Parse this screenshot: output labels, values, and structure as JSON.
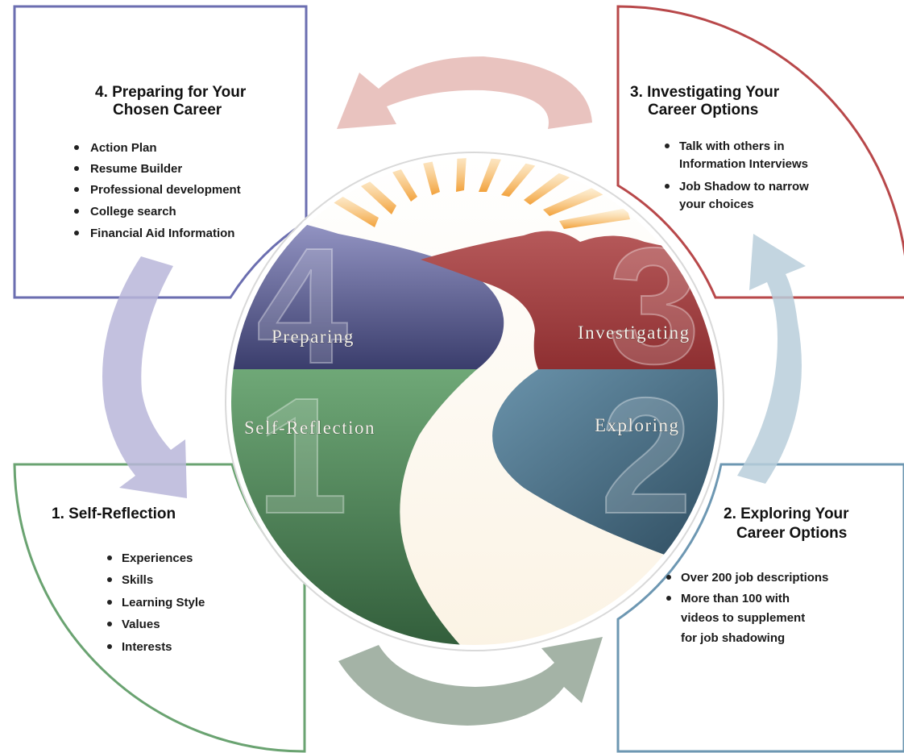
{
  "colors": {
    "preparing": "#6b6eb0",
    "investigating": "#b8484a",
    "exploring": "#6d97b2",
    "self_reflection": "#6aa371",
    "arrow_red": "#e3b5b0",
    "arrow_blue": "#b9cfdb",
    "arrow_green": "#8fa293",
    "arrow_purple": "#b7b4d8"
  },
  "panels": [
    {
      "id": "preparing",
      "title_lines": [
        "4. Preparing for Your",
        "Chosen Career"
      ],
      "items": [
        "Action Plan",
        "Resume Builder",
        "Professional development",
        "College search",
        "Financial Aid Information"
      ]
    },
    {
      "id": "investigating",
      "title_lines": [
        "3. Investigating Your",
        "Career Options"
      ],
      "items": [
        "Talk with others in",
        "Information Interviews",
        "Job Shadow to narrow",
        "your choices"
      ]
    },
    {
      "id": "self_reflection",
      "title_lines": [
        "1. Self-Reflection"
      ],
      "items": [
        "Experiences",
        "Skills",
        "Learning Style",
        "Values",
        "Interests"
      ]
    },
    {
      "id": "exploring",
      "title_lines": [
        "2. Exploring Your",
        "Career Options"
      ],
      "items": [
        "Over 200 job descriptions",
        "More than 100 with",
        "videos to supplement",
        "for job shadowing"
      ]
    }
  ],
  "quadrants": {
    "preparing": {
      "label": "Preparing",
      "number": "4"
    },
    "investigating": {
      "label": "Investigating",
      "number": "3"
    },
    "exploring": {
      "label": "Exploring",
      "number": "2"
    },
    "self_reflection": {
      "label": "Self-Reflection",
      "number": "1"
    }
  }
}
